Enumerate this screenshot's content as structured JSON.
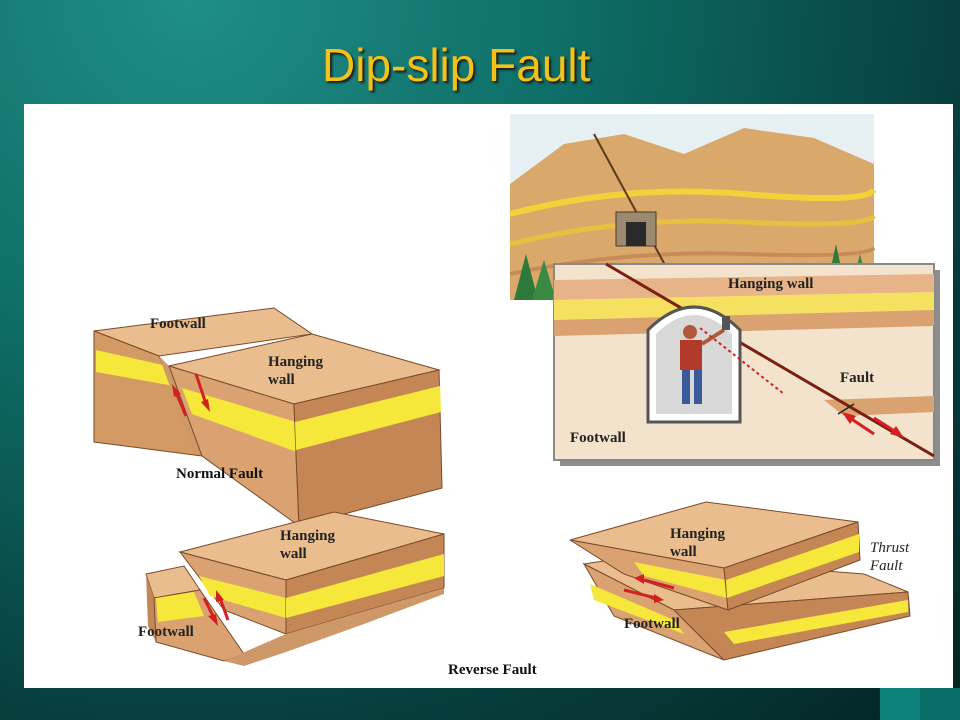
{
  "slide": {
    "title": "Dip-slip Fault"
  },
  "normal_fault": {
    "footwall": "Footwall",
    "hanging_wall_line1": "Hanging",
    "hanging_wall_line2": "wall",
    "caption": "Normal Fault"
  },
  "mine_scene": {
    "hanging_wall": "Hanging wall",
    "fault": "Fault",
    "footwall": "Footwall"
  },
  "reverse_fault": {
    "hanging_wall_line1": "Hanging",
    "hanging_wall_line2": "wall",
    "footwall": "Footwall",
    "caption": "Reverse Fault"
  },
  "thrust_fault": {
    "hanging_wall_line1": "Hanging",
    "hanging_wall_line2": "wall",
    "footwall": "Footwall",
    "thrust_line1": "Thrust",
    "thrust_line2": "Fault"
  },
  "colors": {
    "title": "#f2c21a",
    "background": "#0e6d67",
    "rock_light": "#e8b888",
    "rock_dark": "#c98a5a",
    "sand_layer": "#f6e83a",
    "arrow": "#d42020"
  }
}
